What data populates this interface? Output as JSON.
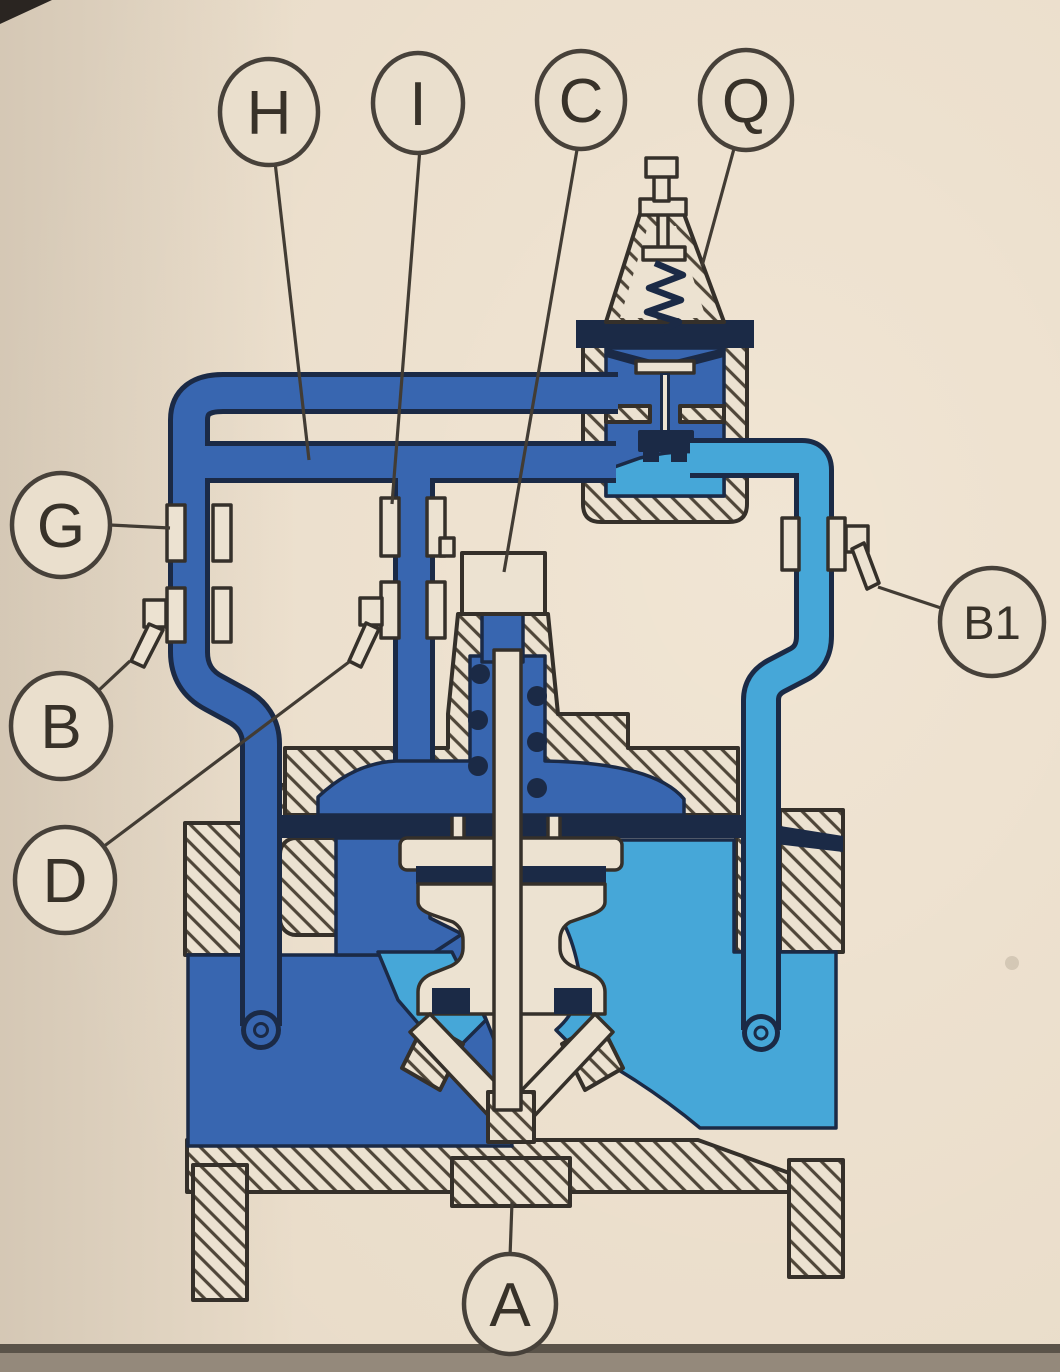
{
  "callouts": [
    {
      "letter": "H"
    },
    {
      "letter": "I"
    },
    {
      "letter": "C"
    },
    {
      "letter": "Q"
    },
    {
      "letter": "G"
    },
    {
      "letter": "B"
    },
    {
      "letter": "D"
    },
    {
      "letter": "B1"
    },
    {
      "letter": "A"
    }
  ],
  "colors": {
    "paper": "#e9dcc9",
    "high_pressure_water": "#3866b0",
    "reduced_pressure_water": "#46a7d8",
    "seal_diaphragm": "#1b2a46",
    "line_work": "#35302a"
  }
}
